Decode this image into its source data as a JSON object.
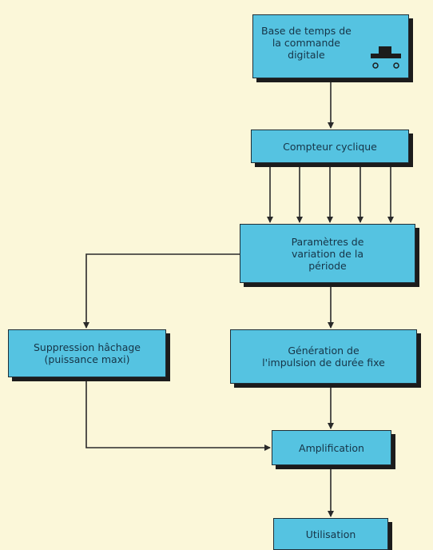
{
  "colors": {
    "background": "#fbf7d9",
    "box_fill": "#55c3e1",
    "box_shadow": "#1c1c1c",
    "line": "#2a2a2a"
  },
  "blocks": {
    "time_base": "Base de temps de\nla commande\ndigitale",
    "counter": "Compteur cyclique",
    "period_params": "Paramètres de\nvariation de la\npériode",
    "chopper_suppression": "Suppression hâchage\n(puissance maxi)",
    "pulse_generation": "Génération de\nl'impulsion de durée fixe",
    "amplification": "Amplification",
    "usage": "Utilisation"
  },
  "icons": {
    "time_base_icon": "switch-icon"
  }
}
